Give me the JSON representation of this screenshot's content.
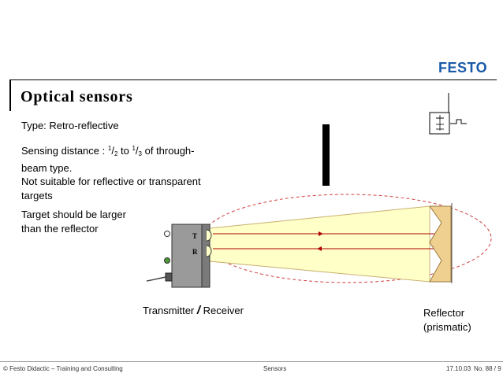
{
  "header": {
    "logo_text": "FESTO",
    "brand_color": "#1a5aa8"
  },
  "slide": {
    "title": "Optical sensors",
    "bullets": {
      "type": "Type: Retro-reflective",
      "sensing_prefix": "Sensing distance : ",
      "frac1_num": "1",
      "frac1_den": "2",
      "to": " to ",
      "frac2_num": "1",
      "frac2_den": "3",
      "sensing_suffix": " of through-",
      "sensing_line2": "beam type.",
      "not_suitable_line1": "Not suitable for reflective or transparent",
      "not_suitable_line2": "targets",
      "target_line1": "Target should be larger",
      "target_line2": "than the reflector"
    },
    "diagram": {
      "sensor_label_t": "T",
      "sensor_label_r": "R",
      "caption_left": "Transmitter",
      "caption_slash": "/",
      "caption_right": "Receiver",
      "reflector_line1": "Reflector",
      "reflector_line2": "(prismatic)",
      "beam_color": "#ffffc8",
      "beam_line_color": "#b00000",
      "envelope_color": "#d04040"
    }
  },
  "footer": {
    "left": "© Festo Didactic – Training and Consulting",
    "center": "Sensors",
    "date": "17.10.03",
    "page": "No. 88 / 9"
  }
}
